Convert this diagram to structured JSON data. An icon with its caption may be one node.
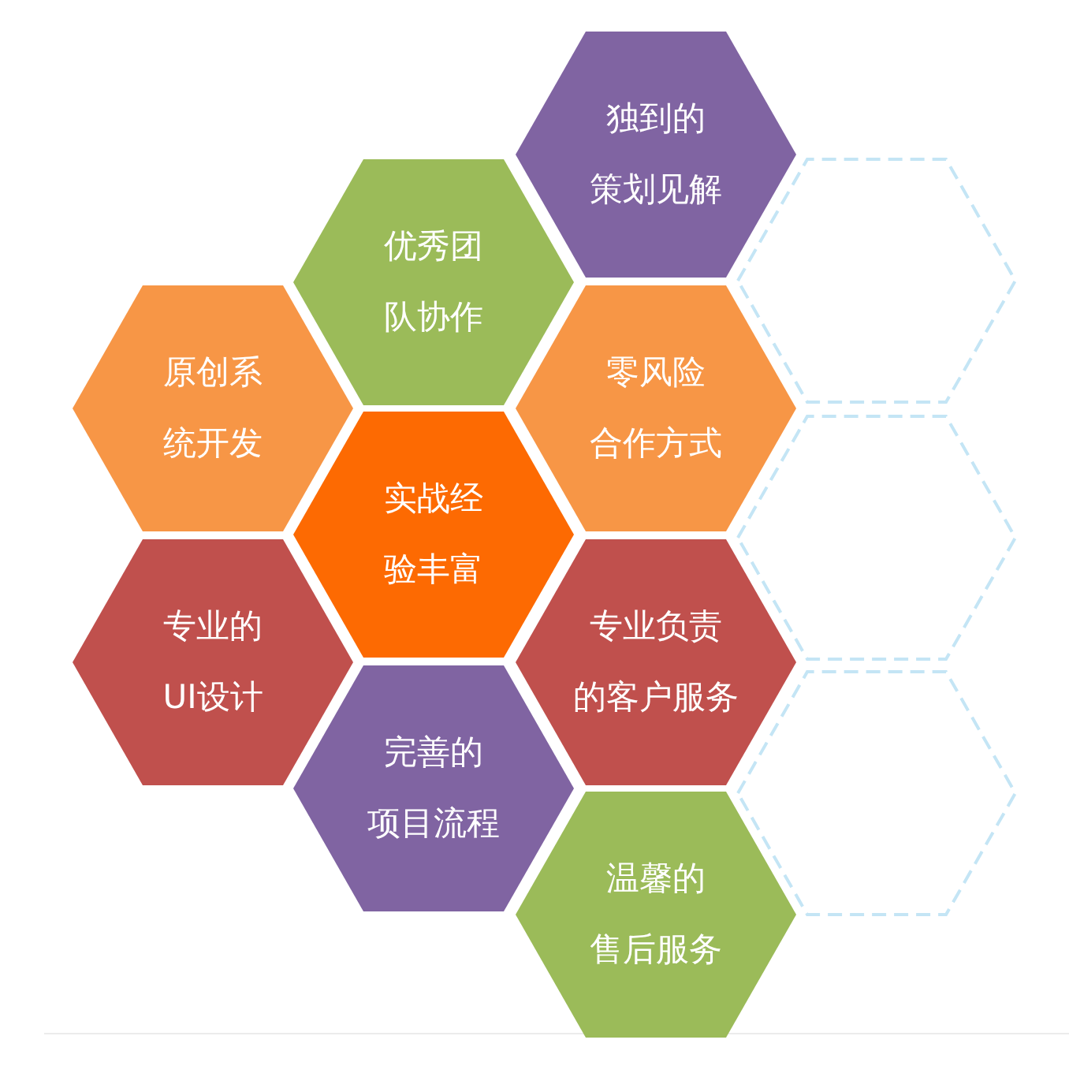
{
  "diagram": {
    "nodes": [
      {
        "text": [
          "独到的策划见解"
        ]
      },
      {
        "text": [
          "优秀团队协作"
        ]
      },
      {
        "text": [],
        "shape": "hexagon"
      },
      {
        "text": [
          "原创系统开发"
        ]
      },
      {
        "text": [
          "零风险合作方式"
        ]
      },
      {
        "text": [
          "实战经验丰富"
        ]
      },
      {
        "text": [],
        "shape": "hexagon"
      },
      {
        "text": [
          "专业的UI设计"
        ]
      },
      {
        "text": [
          "专业负责的客户服务"
        ]
      },
      {
        "text": [
          "完善的项目流程"
        ]
      },
      {
        "text": [],
        "shape": "hexagon"
      },
      {
        "text": [
          "温馨的售后服务"
        ]
      }
    ]
  }
}
